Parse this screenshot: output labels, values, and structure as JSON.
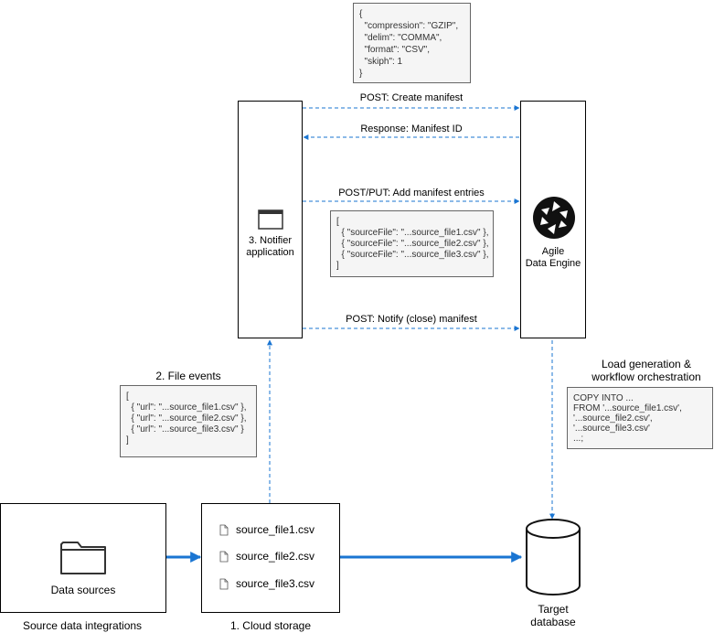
{
  "manifest_config_note": [
    "{",
    "  \"compression\": \"GZIP\",",
    "  \"delim\": \"COMMA\",",
    "  \"format\": \"CSV\",",
    "  \"skiph\": 1",
    "}"
  ],
  "notifier": {
    "label_line1": "3. Notifier",
    "label_line2": "application",
    "icon": "window-icon"
  },
  "engine": {
    "label_line1": "Agile",
    "label_line2": "Data Engine",
    "icon": "camera-aperture-icon"
  },
  "arrows": {
    "create_manifest": "POST: Create manifest",
    "manifest_id": "Response: Manifest ID",
    "add_entries": "POST/PUT: Add manifest entries",
    "notify_close": "POST: Notify (close) manifest"
  },
  "entries_note": [
    "[",
    "  { \"sourceFile\": \"...source_file1.csv\" },",
    "  { \"sourceFile\": \"...source_file2.csv\" },",
    "  { \"sourceFile\": \"...source_file3.csv\" },",
    "]"
  ],
  "file_events": {
    "title": "2. File events"
  },
  "events_note": [
    "[",
    "  { \"url\": \"...source_file1.csv\" },",
    "  { \"url\": \"...source_file2.csv\" },",
    "  { \"url\": \"...source_file3.csv\" }",
    "]"
  ],
  "load_generation": {
    "title_line1": "Load generation &",
    "title_line2": "workflow orchestration"
  },
  "copy_note": [
    "COPY INTO ...",
    "FROM '...source_file1.csv',",
    "'...source_file2.csv',",
    "'...source_file3.csv'",
    "...;"
  ],
  "data_sources": {
    "label": "Data sources",
    "caption": "Source data integrations",
    "icon": "folder-icon"
  },
  "cloud_storage": {
    "files": [
      "source_file1.csv",
      "source_file2.csv",
      "source_file3.csv"
    ],
    "caption": "1. Cloud storage",
    "icon": "file-icon"
  },
  "target": {
    "label_line1": "Target",
    "label_line2": "database",
    "icon": "database-icon"
  },
  "colors": {
    "arrow": "#1a75d2",
    "note_bg": "#f5f5f5"
  }
}
